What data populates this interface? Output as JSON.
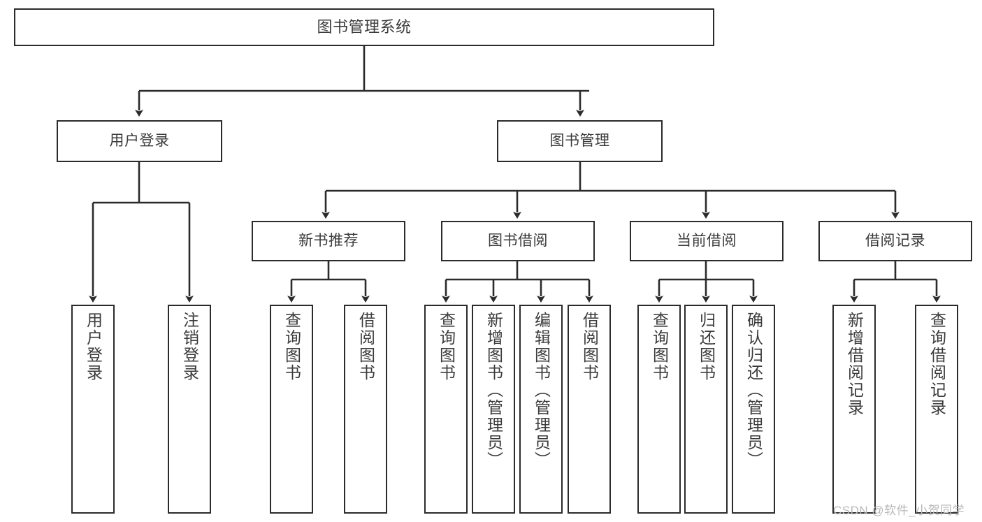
{
  "diagram": {
    "title": "图书管理系统",
    "type": "功能结构图",
    "colors": {
      "box_border": "#2b2b2b",
      "box_fill": "#ffffff",
      "text": "#3b3b3b",
      "edge": "#2b2b2b",
      "watermark": "#b9b9b9",
      "background": "#ffffff"
    },
    "root": {
      "label": "图书管理系统"
    },
    "level1": [
      {
        "label": "用户登录"
      },
      {
        "label": "图书管理"
      }
    ],
    "level2": [
      {
        "label": "新书推荐"
      },
      {
        "label": "图书借阅"
      },
      {
        "label": "当前借阅"
      },
      {
        "label": "借阅记录"
      }
    ],
    "leaves": {
      "user_login": [
        {
          "label": "用户登录"
        },
        {
          "label": "注销登录"
        }
      ],
      "new_book": [
        {
          "label": "查询图书"
        },
        {
          "label": "借阅图书"
        }
      ],
      "book_borrow": [
        {
          "label": "查询图书"
        },
        {
          "label": "新增图书（管理员）"
        },
        {
          "label": "编辑图书（管理员）"
        },
        {
          "label": "借阅图书"
        }
      ],
      "current_borrow": [
        {
          "label": "查询图书"
        },
        {
          "label": "归还图书"
        },
        {
          "label": "确认归还（管理员）"
        }
      ],
      "borrow_record": [
        {
          "label": "新增借阅记录"
        },
        {
          "label": "查询借阅记录"
        }
      ]
    }
  },
  "watermark": {
    "text": "CSDN @软件_小贺同学"
  }
}
